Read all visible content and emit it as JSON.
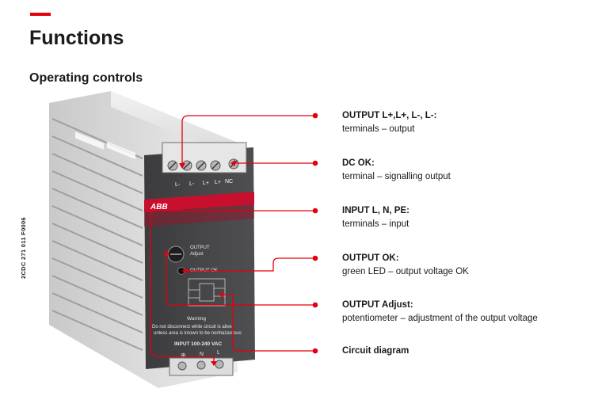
{
  "header": {
    "title": "Functions",
    "subtitle": "Operating controls",
    "accent_color": "#e3000f"
  },
  "doc_code": "2CDC 271 011 F0006",
  "device": {
    "terminal_labels": [
      "L-",
      "L-",
      "L+",
      "L+",
      "NC"
    ],
    "brand": "ABB",
    "output_adjust_label_1": "OUTPUT",
    "output_adjust_label_2": "Adjust",
    "output_ok_label": "OUTPUT OK",
    "warning_1": "Warning",
    "warning_2": "Do not disconnect while circuit is alive",
    "warning_3": "unless area is known to be nonhazardous",
    "input_label": "INPUT 100-240 VAC",
    "bottom_terminals": [
      "⊕",
      "N",
      "L"
    ]
  },
  "callouts": [
    {
      "title": "OUTPUT L+,L+, L-, L-:",
      "desc": "terminals – output"
    },
    {
      "title": "DC OK:",
      "desc": "terminal – signalling output"
    },
    {
      "title": "INPUT L, N, PE:",
      "desc": "terminals – input"
    },
    {
      "title": "OUTPUT OK:",
      "desc": "green LED – output voltage OK"
    },
    {
      "title": "OUTPUT Adjust:",
      "desc": "potentiometer – adjustment of the output voltage"
    },
    {
      "title": "Circuit diagram",
      "desc": ""
    }
  ]
}
